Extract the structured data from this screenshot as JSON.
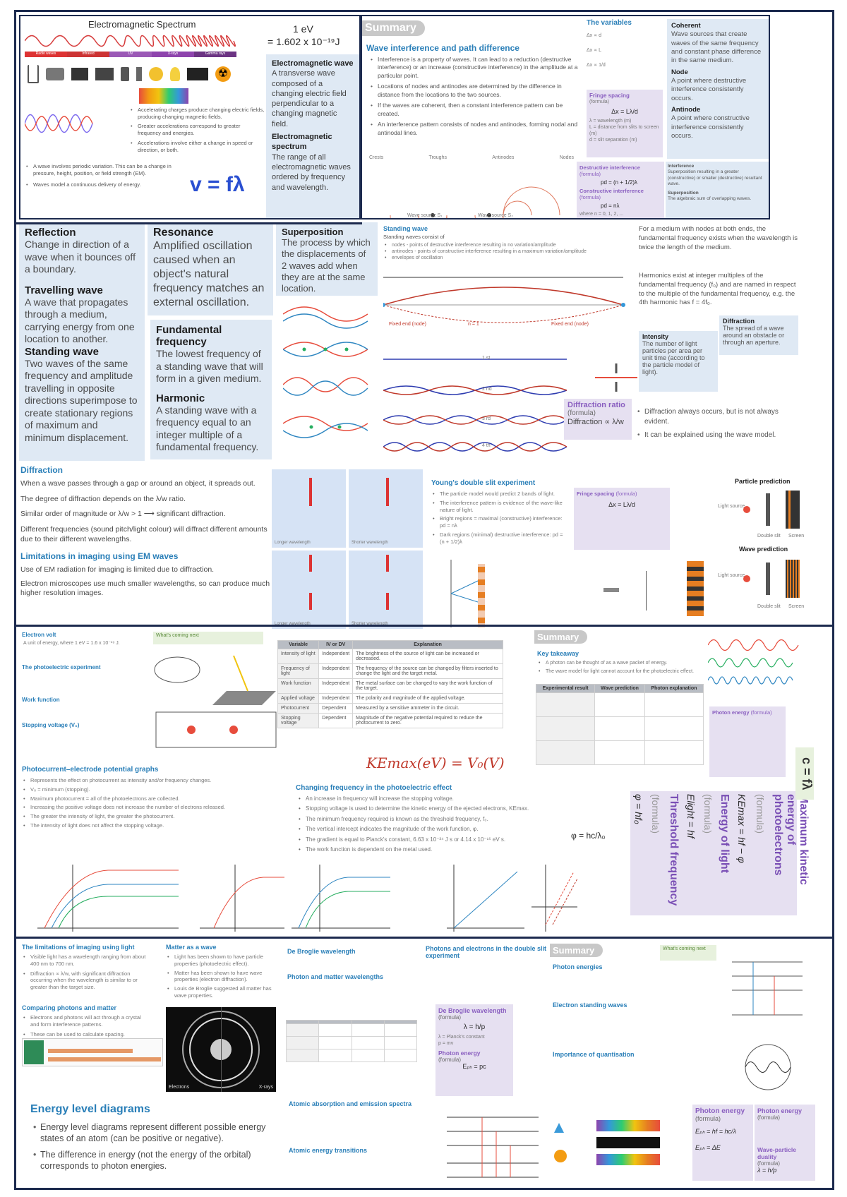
{
  "s1": {
    "spectrum_title": "Electromagnetic Spectrum",
    "band_labels": [
      "Radio waves",
      "Infrared",
      "UV",
      "X-rays",
      "Gamma rays"
    ],
    "ev_title": "1 eV",
    "ev_value": "= 1.602 x 10⁻¹⁹J",
    "em_wave_title": "Electromagnetic wave",
    "em_wave_def": "A transverse wave composed of a changing electric field perpendicular to a changing magnetic field.",
    "em_spectrum_title": "Electromagnetic spectrum",
    "em_spectrum_def": "The range of all electromagnetic waves ordered by frequency and wavelength.",
    "accel_notes": [
      "Accelerating charges produce changing electric fields, producing changing magnetic fields.",
      "Greater accelerations correspond to greater frequency and energies.",
      "Accelerations involve either a change in speed or direction, or both."
    ],
    "wave_notes": [
      "A wave involves periodic variation. This can be a change in pressure, height, position, or field strength (EM).",
      "Waves model a continuous delivery of energy."
    ],
    "wave_eq": "v = fλ",
    "summary": "Summary",
    "interference_title": "Wave interference and path difference",
    "interference_points": [
      "Interference is a property of waves. It can lead to a reduction (destructive interference) or an increase (constructive interference) in the amplitude at a particular point.",
      "Locations of nodes and antinodes are determined by the difference in distance from the locations to the two sources.",
      "If the waves are coherent, then a constant interference pattern can be created.",
      "An interference pattern consists of nodes and antinodes, forming nodal and antinodal lines."
    ],
    "legend": [
      "Crests",
      "Troughs",
      "Antinodes",
      "Nodes"
    ],
    "source_labels": [
      "Wave source S₁",
      "Wave source S₂"
    ],
    "variables_title": "The variables",
    "variables": [
      "Δx ∝ d",
      "Δx ∝ L",
      "Δx ∝ 1/d"
    ],
    "fringe_title": "Fringe spacing",
    "fringe_sub": "(formula)",
    "fringe_eq": "Δx = Lλ/d",
    "fringe_where": [
      "λ = wavelength (m)",
      "L = distance from slits to screen (m)",
      "d = slit separation (m)"
    ],
    "destructive_title": "Destructive interference",
    "destructive_sub": "(formula)",
    "destructive_eq": "pd = (n + 1/2)λ",
    "constructive_title": "Constructive interference",
    "constructive_sub": "(formula)",
    "constructive_eq": "pd = nλ",
    "where_n": "where n = 0, 1, 2, ...",
    "interference_def_title": "Interference",
    "interference_def": "Superposition resulting in a greater (constructive) or smaller (destructive) resultant wave.",
    "superposition_small_title": "Superposition",
    "superposition_small_def": "The algebraic sum of overlapping waves.",
    "coherent_title": "Coherent",
    "coherent_def": "Wave sources that create waves of the same frequency and constant phase difference in the same medium.",
    "node_title": "Node",
    "node_def": "A point where destructive interference consistently occurs.",
    "antinode_title": "Antinode",
    "antinode_def": "A point where constructive interference consistently occurs."
  },
  "s2": {
    "reflection_title": "Reflection",
    "reflection_def": "Change in direction of a wave when it bounces off a boundary.",
    "travelling_title": "Travelling wave",
    "travelling_def": "A wave that propagates through a medium, carrying energy from one location to another.",
    "standing_title": "Standing wave",
    "standing_def": "Two waves of the same frequency and amplitude travelling in opposite directions superimpose to create stationary regions of maximum and minimum displacement.",
    "resonance_title": "Resonance",
    "resonance_def": "Amplified oscillation caused when an object's natural frequency matches an external oscillation.",
    "fundamental_title": "Fundamental frequency",
    "fundamental_def": "The lowest frequency of a standing wave that will form in a given medium.",
    "harmonic_title": "Harmonic",
    "harmonic_def": "A standing wave with a frequency equal to an integer multiple of a fundamental frequency.",
    "superposition_title": "Superposition",
    "superposition_def": "The process by which the displacements of 2 waves add when they are at the same location.",
    "standing_wave_label": "Standing wave",
    "standing_wave_sub": "Standing waves consist of",
    "standing_wave_points": [
      "nodes - points of destructive interference resulting in no variation/amplitude",
      "antinodes - points of constructive interference resulting in a maximum variation/amplitude",
      "envelopes of oscillation"
    ],
    "fixed_end": "Fixed end (node)",
    "n_label": "n = 1",
    "harmonic_labels": [
      "1 st",
      "2 nd",
      "3 rd",
      "4 th"
    ],
    "medium_note": "For a medium with nodes at both ends, the fundamental frequency exists when the wavelength is twice the length of the medium.",
    "harmonics_note": "Harmonics exist at integer multiples of the fundamental frequency (f₀) and are named in respect to the multiple of the fundamental frequency, e.g. the 4th harmonic has f = 4f₀.",
    "diffraction_small_title": "Diffraction",
    "diffraction_small_def": "The spread of a wave around an obstacle or through an aperture.",
    "intensity_title": "Intensity",
    "intensity_def": "The number of light particles per area per unit time (according to the particle model of light).",
    "diff_ratio_title": "Diffraction ratio",
    "diff_ratio_sub": "(formula)",
    "diff_ratio_eq": "Diffraction ∝ λ/w",
    "diff_points": [
      "Diffraction always occurs, but is not always evident.",
      "It can be explained using the wave model."
    ],
    "diffraction_title": "Diffraction",
    "diffraction_lines": [
      "When a wave passes through a gap or around an object, it spreads out.",
      "The degree of diffraction depends on the λ/w ratio.",
      "Similar order of magnitude or λ/w > 1 ⟶ significant diffraction.",
      "Different frequencies (sound pitch/light colour) will diffract different amounts due to their different wavelengths."
    ],
    "limits_title": "Limitations in imaging using EM waves",
    "limits_lines": [
      "Use of EM radiation for imaging is limited due to diffraction.",
      "Electron microscopes use much smaller wavelengths, so can produce much higher resolution images."
    ],
    "wavelength_labels": [
      "Longer wavelength",
      "Shorter wavelength",
      "Longer wavelength",
      "Shorter wavelength"
    ],
    "young_title": "Young's double slit experiment",
    "young_points": [
      "The particle model would predict 2 bands of light.",
      "The interference pattern is evidence of the wave-like nature of light.",
      "Bright regions = maximal (constructive) interference: pd = nλ",
      "Dark regions (minimal) destructive interference: pd = (n + 1/2)λ"
    ],
    "young_fringe_title": "Fringe spacing",
    "young_fringe_sub": "(formula)",
    "young_fringe_eq": "Δx = Lλ/d",
    "particle_prediction": "Particle prediction",
    "wave_prediction": "Wave prediction",
    "light_source": "Light source",
    "double_slit": "Double slit",
    "screen": "Screen"
  },
  "s3": {
    "electron_volt_title": "Electron volt",
    "electron_volt_def": "A unit of energy, where 1 eV = 1.6 x 10⁻¹⁹ J.",
    "pe_title": "The photoelectric experiment",
    "work_fn_title": "Work function",
    "stopping_title": "Stopping voltage (V₀)",
    "graphs_title": "Photocurrent–electrode potential graphs",
    "graph_points": [
      "Represents the effect on photocurrent as intensity and/or frequency changes.",
      "V₀ = minimum (stopping).",
      "Maximum photocurrent = all of the photoelectrons are collected.",
      "Increasing the positive voltage does not increase the number of electrons released.",
      "The greater the intensity of light, the greater the photocurrent.",
      "The intensity of light does not affect the stopping voltage."
    ],
    "whats_coming": "What's coming next",
    "table_headers": [
      "Variable",
      "IV or DV",
      "Explanation"
    ],
    "table_rows": [
      [
        "Intensity of light",
        "Independent",
        "The brightness of the source of light can be increased or decreased."
      ],
      [
        "Frequency of light",
        "Independent",
        "The frequency of the source can be changed by filters inserted to change the light and the target metal."
      ],
      [
        "Work function",
        "Independent",
        "The metal surface can be changed to vary the work function of the target."
      ],
      [
        "Applied voltage",
        "Independent",
        "The polarity and magnitude of the applied voltage."
      ],
      [
        "Photocurrent",
        "Dependent",
        "Measured by a sensitive ammeter in the circuit."
      ],
      [
        "Stopping voltage",
        "Dependent",
        "Magnitude of the negative potential required to reduce the photocurrent to zero."
      ]
    ],
    "handwritten": "KEmax(eV) = V₀(V)",
    "summary": "Summary",
    "key_title": "Key takeaway",
    "key_points": [
      "A photon can be thought of as a wave packet of energy.",
      "The wave model for light cannot account for the photoelectric effect."
    ],
    "pred_headers": [
      "Experimental result",
      "Wave prediction",
      "Photon explanation"
    ],
    "changing_title": "Changing frequency in the photoelectric effect",
    "changing_points": [
      "An increase in frequency will increase the stopping voltage.",
      "Stopping voltage is used to determine the kinetic energy of the ejected electrons, KEmax.",
      "The minimum frequency required is known as the threshold frequency, f₀.",
      "The vertical intercept indicates the magnitude of the work function, φ.",
      "The gradient is equal to Planck's constant, 6.63 x 10⁻³⁴ J s or 4.14 x 10⁻¹⁵ eV s.",
      "The work function is dependent on the metal used."
    ],
    "phi_eq": "φ = hc/λ₀",
    "photon_energy_title": "Photon energy",
    "photon_energy_sub": "(formula)",
    "vertical_titles": [
      "Maximum kinetic energy of photoelectrons",
      "(formula)",
      "KEmax = hf − φ",
      "Energy of light",
      "(formula)",
      "Elight = hf",
      "Threshold frequency",
      "(formula)",
      "φ = hf₀"
    ],
    "c_eq": "c = fλ"
  },
  "s4": {
    "limits_light_title": "The limitations of imaging using light",
    "limits_light_points": [
      "Visible light has a wavelength ranging from about 400 nm to 700 nm.",
      "Diffraction ∝ λ/w, with significant diffraction occurring when the wavelength is similar to or greater than the target size."
    ],
    "comparing_title": "Comparing photons and matter",
    "comparing_points": [
      "Electrons and photons will act through a crystal and form interference patterns.",
      "These can be used to calculate spacing."
    ],
    "matter_wave_title": "Matter as a wave",
    "matter_wave_points": [
      "Light has been shown to have particle properties (photoelectric effect).",
      "Matter has been shown to have wave properties (electron diffraction).",
      "Louis de Broglie suggested all matter has wave properties."
    ],
    "diff_image_labels": [
      "Electrons",
      "X-rays"
    ],
    "debroglie_title": "De Broglie wavelength",
    "photon_matter_title": "Photon and matter wavelengths",
    "debroglie_box_title": "De Broglie wavelength",
    "debroglie_box_sub": "(formula)",
    "debroglie_eq": "λ = h/p",
    "debroglie_where": [
      "λ = Planck's constant",
      "p = mv"
    ],
    "photon_energy_small_title": "Photon energy",
    "photon_energy_small_sub": "(formula)",
    "photon_energy_small_eq": "Eₚₕ = pc",
    "pe_double_title": "Photons and electrons in the double slit experiment",
    "atomic_title": "Atomic absorption and emission spectra",
    "atomic_trans_title": "Atomic energy transitions",
    "energy_levels_title": "Energy level diagrams",
    "energy_levels_points": [
      "Energy level diagrams represent different possible energy states of an atom (can be positive or negative).",
      "The difference in energy (not the energy of the orbital) corresponds to photon energies."
    ],
    "summary": "Summary",
    "whats_coming": "What's coming next",
    "photon_energies_title": "Photon energies",
    "electron_standing_title": "Electron standing waves",
    "quantisation_title": "Importance of quantisation",
    "pe_box1_title": "Photon energy",
    "pe_box1_sub": "(formula)",
    "pe_box1_eq1": "Eₚₕ = hf = hc/λ",
    "pe_box1_eq2": "Eₚₕ = ΔE",
    "pe_box2_title": "Photon energy",
    "pe_box2_sub": "(formula)",
    "dual_title": "Wave-particle duality",
    "dual_sub": "(formula)",
    "dual_eq": "λ = h/p"
  },
  "colors": {
    "frame": "#1c2a4e",
    "blue_box": "#dfe9f4",
    "lavender": "#e6e0f1",
    "heading_blue": "#2a7fb8",
    "heading_purple": "#7a4fb5"
  }
}
